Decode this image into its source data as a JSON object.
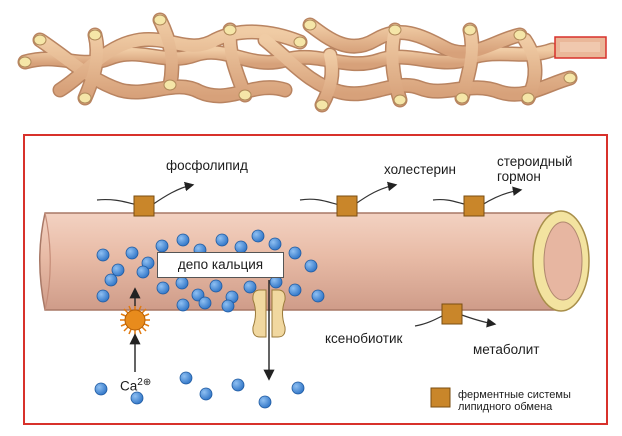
{
  "labels": {
    "phospholipid": "фосфолипид",
    "cholesterol": "холестерин",
    "steroid_hormone_line1": "стероидный",
    "steroid_hormone_line2": "гормон",
    "calcium_depot": "депо кальция",
    "xenobiotic": "ксенобиотик",
    "metabolite": "метаболит",
    "calcium_ion": "Ca",
    "calcium_charge": "2⊕",
    "legend_line1": "ферментные системы",
    "legend_line2": "липидного обмена"
  },
  "colors": {
    "frame_red": "#d8312b",
    "tubule_fill": "#e8bba6",
    "tubule_shadow": "#c99584",
    "tubule_light": "#f6dccd",
    "tubule_end": "#f3e3a0",
    "reticulum": "#e6b690",
    "reticulum_cap": "#f5e6a8",
    "enzyme_box": "#c9862a",
    "calcium_dot": "#3f86d8",
    "pump": "#e88b1c",
    "channel": "#f1d8a0"
  },
  "icons": {
    "enzyme": "square-enzyme-icon",
    "pump": "sun-pump-icon",
    "channel": "channel-icon"
  }
}
